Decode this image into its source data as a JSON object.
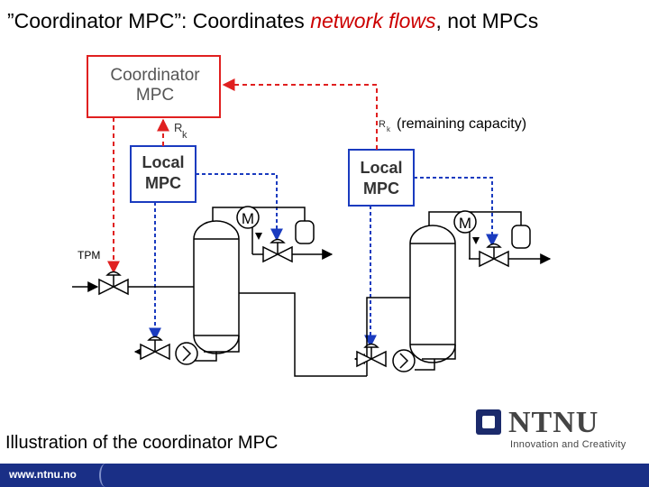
{
  "title": {
    "prefix": "”Coordinator MPC”: Coordinates ",
    "highlight": "network flows",
    "suffix": ", not MPCs"
  },
  "diagram": {
    "coordinator_box": {
      "line1": "Coordinator",
      "line2": "MPC"
    },
    "local_mpc_left": {
      "line1": "Local",
      "line2": "MPC"
    },
    "local_mpc_right": {
      "line1": "Local",
      "line2": "MPC"
    },
    "label_rk_left": {
      "letter": "R",
      "sub": "k"
    },
    "label_rk_right": {
      "letter": "R",
      "sub": "k",
      "text": "(remaining capacity)"
    },
    "label_tpm": "TPM",
    "motor_label": "M",
    "colors": {
      "coordinator_signal": "#e02020",
      "local_signal": "#1a3bbf",
      "process": "#000000"
    }
  },
  "caption": "Illustration of the coordinator MPC",
  "logo": {
    "name": "NTNU",
    "tagline": "Innovation and Creativity"
  },
  "footer": {
    "url": "www.ntnu.no"
  }
}
